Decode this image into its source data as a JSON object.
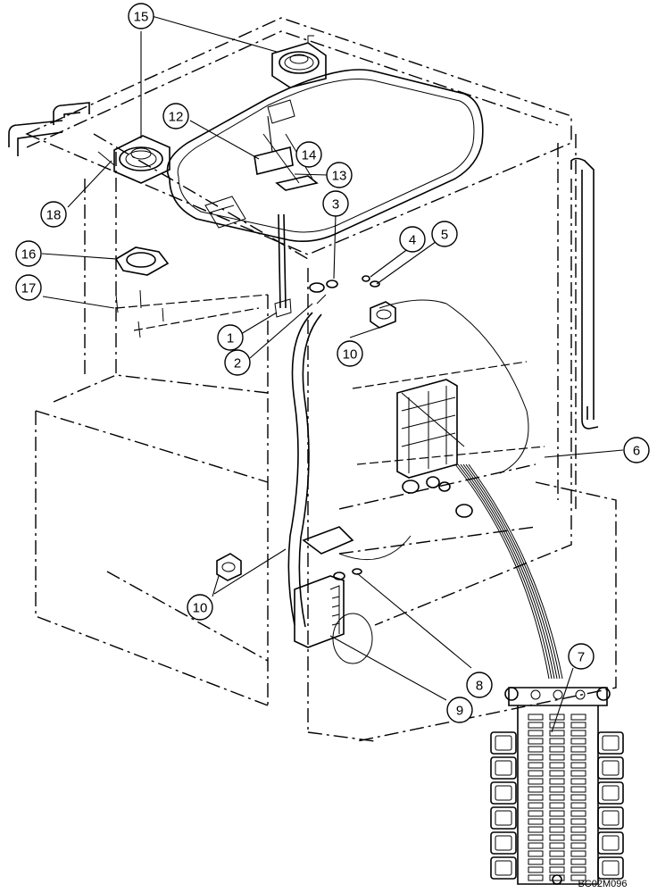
{
  "drawing_code": "BC02M096",
  "callouts": [
    {
      "id": "c15",
      "label": "15"
    },
    {
      "id": "c12",
      "label": "12"
    },
    {
      "id": "c14",
      "label": "14"
    },
    {
      "id": "c13",
      "label": "13"
    },
    {
      "id": "c18",
      "label": "18"
    },
    {
      "id": "c3",
      "label": "3"
    },
    {
      "id": "c4",
      "label": "4"
    },
    {
      "id": "c5",
      "label": "5"
    },
    {
      "id": "c16",
      "label": "16"
    },
    {
      "id": "c17",
      "label": "17"
    },
    {
      "id": "c1",
      "label": "1"
    },
    {
      "id": "c2",
      "label": "2"
    },
    {
      "id": "c10a",
      "label": "10"
    },
    {
      "id": "c6",
      "label": "6"
    },
    {
      "id": "c7",
      "label": "7"
    },
    {
      "id": "c10b",
      "label": "10"
    },
    {
      "id": "c8",
      "label": "8"
    },
    {
      "id": "c9",
      "label": "9"
    }
  ]
}
